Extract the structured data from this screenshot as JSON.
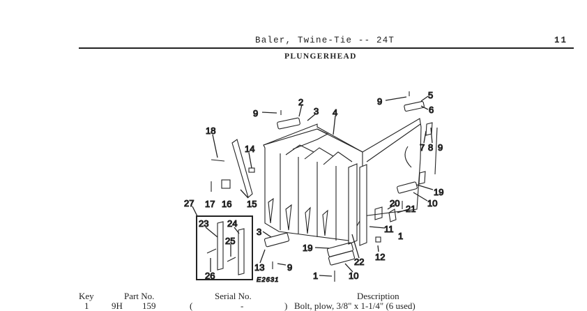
{
  "header": {
    "title": "Baler, Twine-Tie -- 24T",
    "page_number": "11"
  },
  "section_title": "PLUNGERHEAD",
  "figure": {
    "id": "E2631",
    "callouts": [
      "2",
      "3",
      "9",
      "4",
      "9",
      "5",
      "6",
      "18",
      "14",
      "7",
      "8",
      "9",
      "19",
      "10",
      "17",
      "16",
      "15",
      "27",
      "20",
      "21",
      "23",
      "24",
      "25",
      "11",
      "1",
      "3",
      "19",
      "12",
      "22",
      "13",
      "9",
      "26",
      "10",
      "1"
    ]
  },
  "table": {
    "headers": {
      "key": "Key",
      "part_no": "Part No.",
      "serial_no": "Serial No.",
      "description": "Description"
    },
    "rows": [
      {
        "key": "1",
        "part_prefix": "9H",
        "part_no": "159",
        "serial_open": "(",
        "serial_dash": "-",
        "serial_close": ")",
        "description": "Bolt, plow, 3/8\" x 1-1/4\" (6 used)"
      }
    ]
  }
}
